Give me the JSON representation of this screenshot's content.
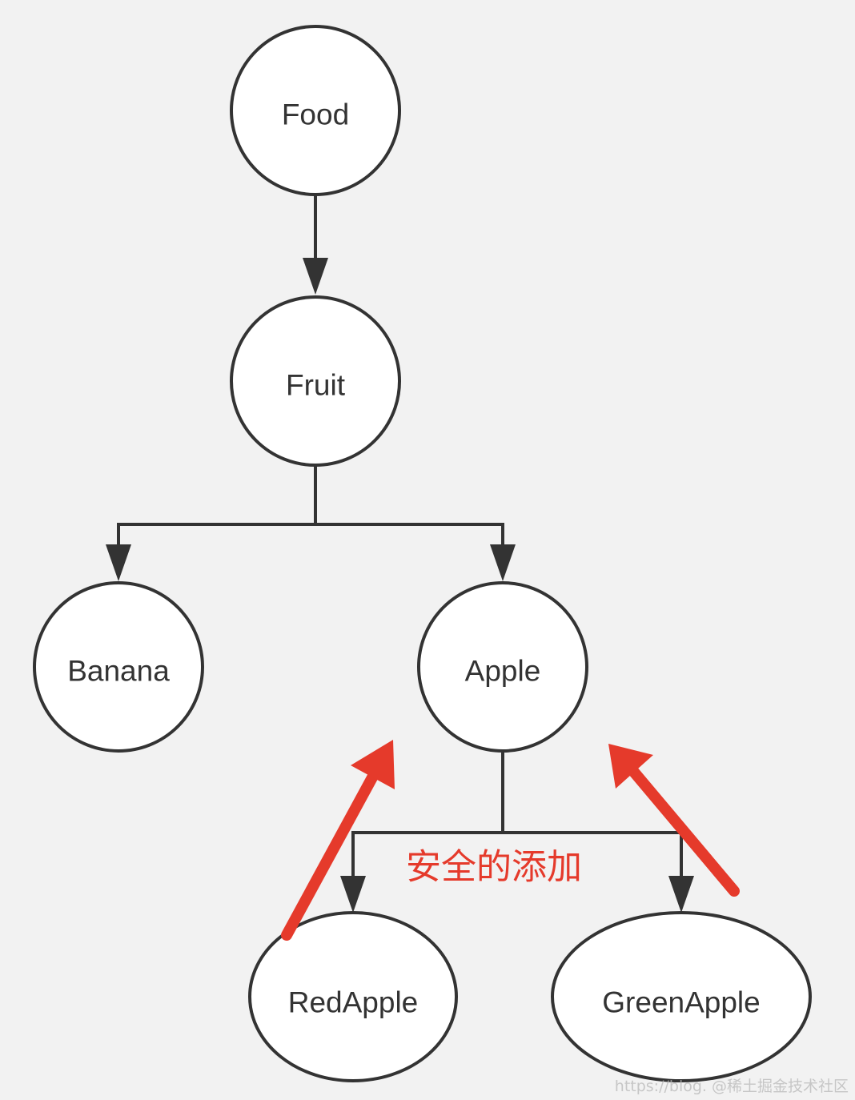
{
  "colors": {
    "background": "#f2f2f2",
    "node_fill": "#ffffff",
    "stroke": "#333333",
    "text": "#333333",
    "annotation": "#e53a2b",
    "watermark": "#b8b8b8"
  },
  "diagram": {
    "type": "tree",
    "nodes": [
      {
        "id": "food",
        "label": "Food"
      },
      {
        "id": "fruit",
        "label": "Fruit"
      },
      {
        "id": "banana",
        "label": "Banana"
      },
      {
        "id": "apple",
        "label": "Apple"
      },
      {
        "id": "redapple",
        "label": "RedApple"
      },
      {
        "id": "greenapple",
        "label": "GreenApple"
      }
    ],
    "edges": [
      {
        "from": "food",
        "to": "fruit"
      },
      {
        "from": "fruit",
        "to": "banana"
      },
      {
        "from": "fruit",
        "to": "apple"
      },
      {
        "from": "apple",
        "to": "redapple"
      },
      {
        "from": "apple",
        "to": "greenapple"
      }
    ]
  },
  "annotation": {
    "text": "安全的添加",
    "arrows_point_to": "apple",
    "arrows_from": [
      "redapple",
      "greenapple"
    ]
  },
  "watermark": {
    "text": "https://blog.  @稀土掘金技术社区"
  }
}
